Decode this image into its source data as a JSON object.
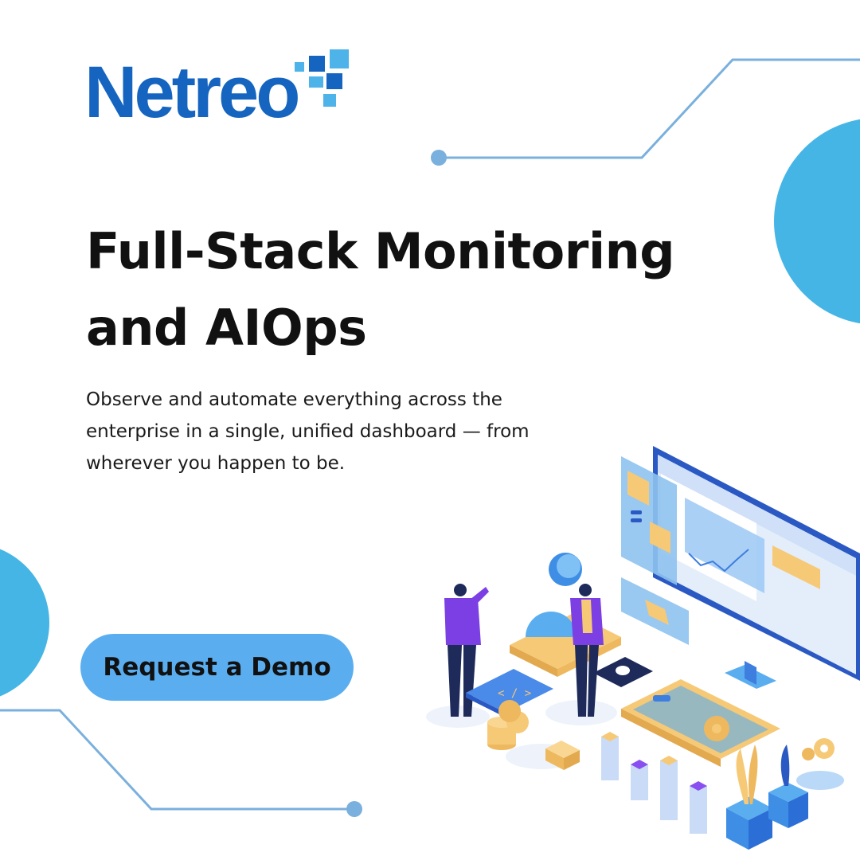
{
  "brand": {
    "name": "Netreo",
    "logo_icon": "pixel-squares-icon",
    "colors": {
      "primary": "#1565c0",
      "light": "#4db3e8",
      "accent": "#5aaef0"
    }
  },
  "hero": {
    "headline": "Full-Stack Monitoring and AIOps",
    "subtext": "Observe and automate everything across the enterprise in a single, unified dashboard — from wherever you happen to be."
  },
  "cta": {
    "label": "Request a Demo"
  },
  "illustration": {
    "name": "isometric-monitoring-team-illustration",
    "icons": [
      "desktop-monitor-icon",
      "line-chart-icon",
      "person-icon",
      "coin-stack-icon",
      "package-box-icon",
      "gear-icon",
      "code-window-icon",
      "potted-plant-icon"
    ]
  }
}
